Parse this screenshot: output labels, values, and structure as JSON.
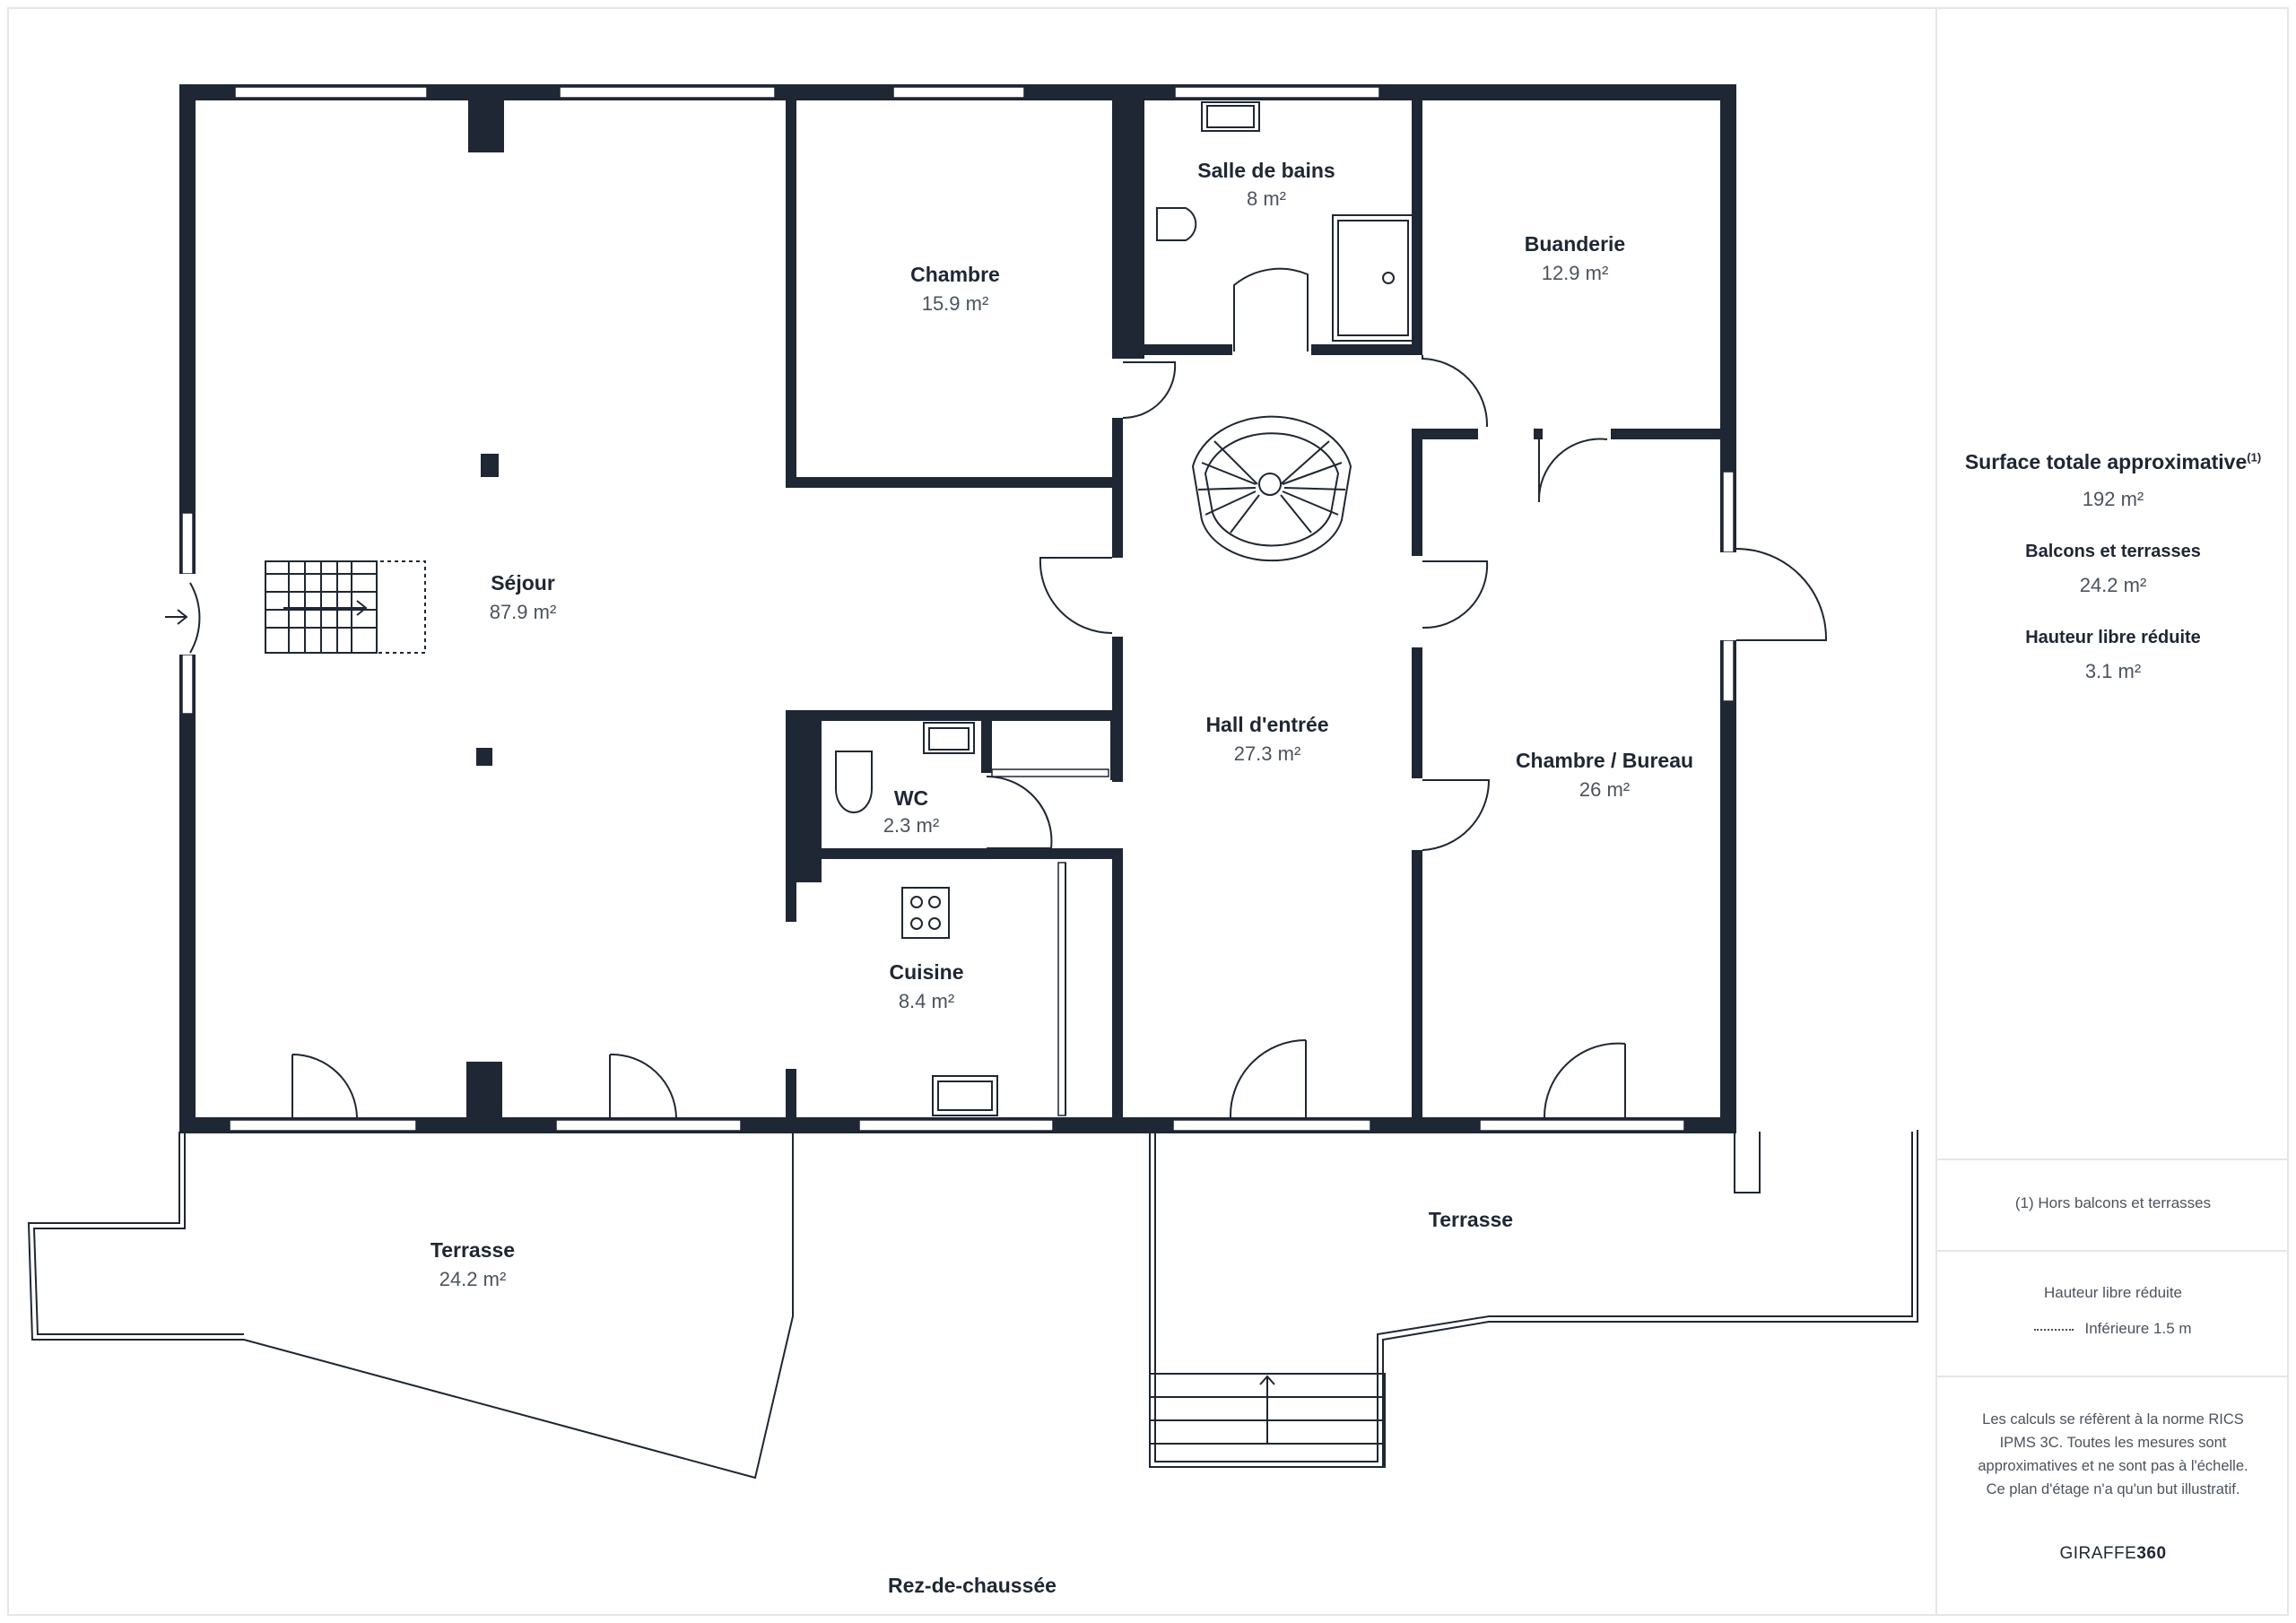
{
  "floor_label": "Rez-de-chaussée",
  "rooms": [
    {
      "name": "Séjour",
      "area": "87.9 m²"
    },
    {
      "name": "Chambre",
      "area": "15.9 m²"
    },
    {
      "name": "Salle de bains",
      "area": "8 m²"
    },
    {
      "name": "Buanderie",
      "area": "12.9 m²"
    },
    {
      "name": "Hall d'entrée",
      "area": "27.3 m²"
    },
    {
      "name": "Chambre / Bureau",
      "area": "26 m²"
    },
    {
      "name": "WC",
      "area": "2.3 m²"
    },
    {
      "name": "Cuisine",
      "area": "8.4 m²"
    },
    {
      "name": "Terrasse",
      "area": "24.2 m²"
    },
    {
      "name": "Terrasse",
      "area": ""
    }
  ],
  "summary": {
    "total_label": "Surface totale approximative",
    "total_footnote_mark": "(1)",
    "total_value": "192 m²",
    "balconies_label": "Balcons et terrasses",
    "balconies_value": "24.2 m²",
    "height_label": "Hauteur libre réduite",
    "height_value": "3.1 m²"
  },
  "footnote": "(1) Hors balcons et terrasses",
  "legend": {
    "title": "Hauteur libre réduite",
    "item": "Inférieure 1.5 m"
  },
  "disclaimer": "Les calculs se réfèrent à la norme RICS IPMS 3C. Toutes les mesures sont approximatives et ne sont pas à l'échelle. Ce plan d'étage n'a qu'un but illustratif.",
  "brand": {
    "prefix": "GIRAFFE",
    "suffix": "360"
  },
  "colors": {
    "wall": "#1e2733",
    "text": "#1e2733",
    "muted": "#4a535e",
    "border": "#e4e6e9"
  }
}
